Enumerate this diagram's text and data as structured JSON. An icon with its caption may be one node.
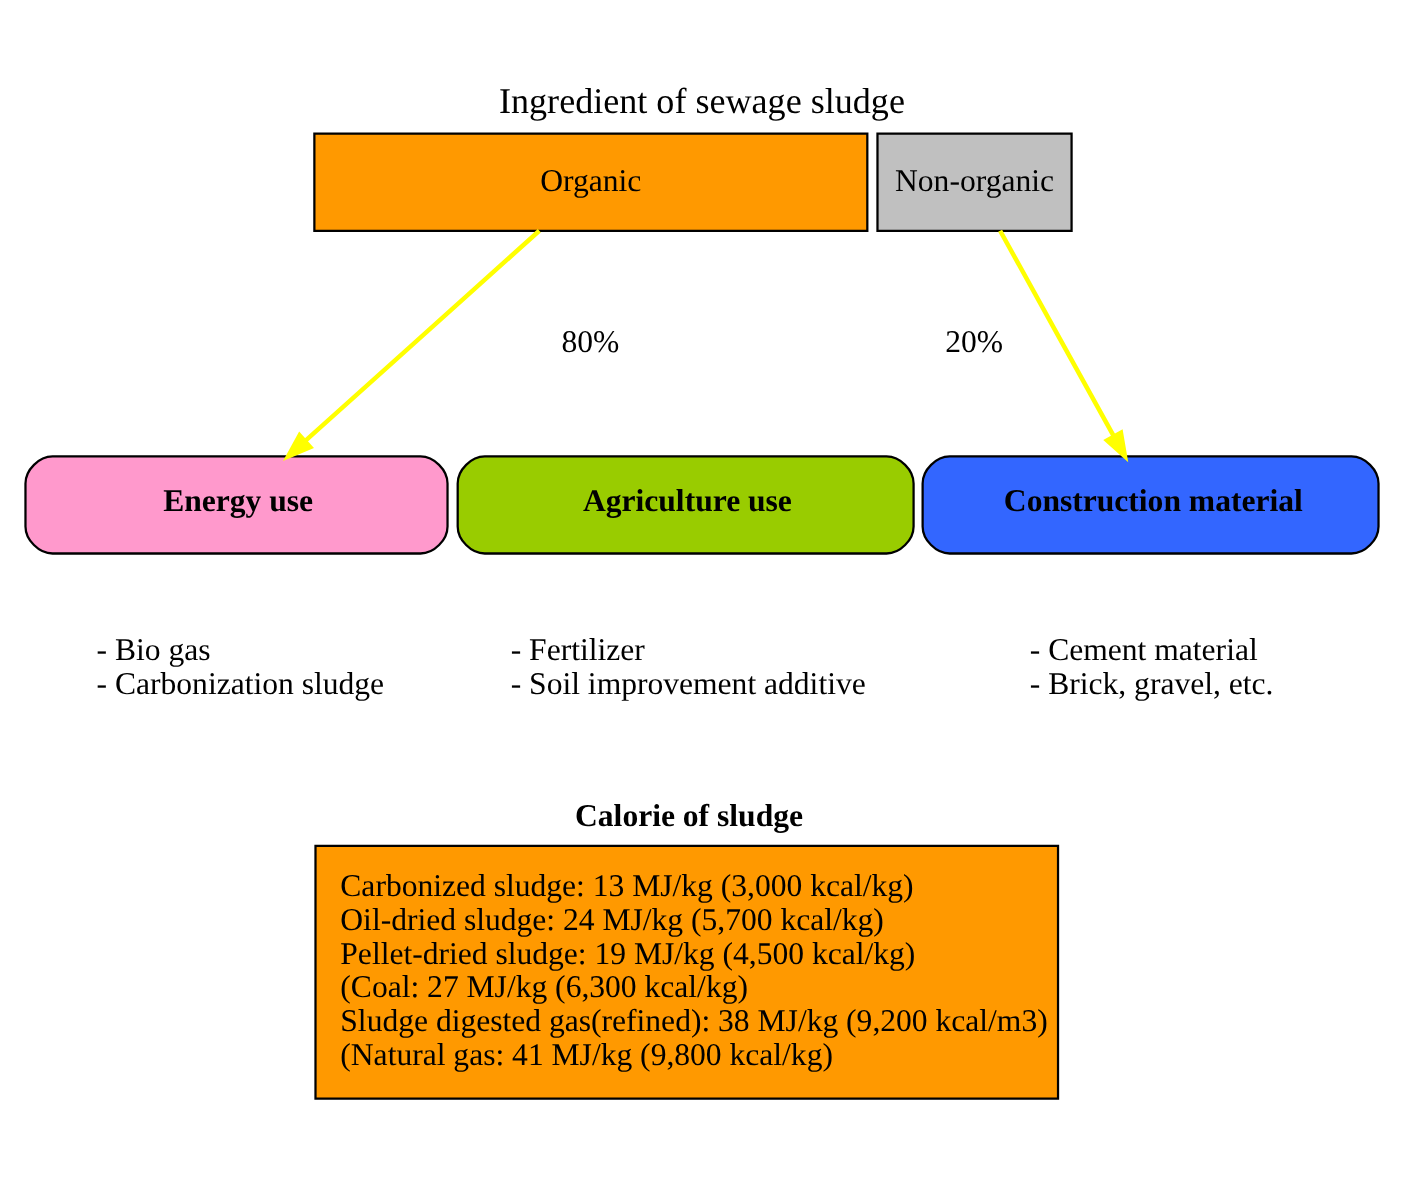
{
  "diagram": {
    "title": "Ingredient of sewage sludge",
    "nodes": [
      {
        "text": [
          "Organic"
        ],
        "beside": [
          "80%"
        ]
      },
      {
        "text": [
          "Non-organic"
        ],
        "beside": [
          "20%"
        ]
      },
      {
        "text": [
          "Energy use"
        ],
        "beside": [
          "- Bio gas",
          "- Carbonization sludge"
        ]
      },
      {
        "text": [
          "Agriculture use"
        ],
        "beside": [
          "- Fertilizer",
          "- Soil improvement additive"
        ]
      },
      {
        "text": [
          "Construction material"
        ],
        "beside": [
          "- Cement material",
          "- Brick, gravel, etc."
        ]
      },
      {
        "text": [
          "Calorie of sludge",
          "Carbonized sludge: 13 MJ/kg (3,000 kcal/kg)",
          "Oil-dried sludge: 24 MJ/kg (5,700 kcal/kg)",
          "Pellet-dried sludge: 19 MJ/kg (4,500 kcal/kg)",
          "(Coal: 27 MJ/kg (6,300 kcal/kg)",
          "Sludge digested gas(refined): 38 MJ/kg (9,200 kcal/m3)",
          "(Natural gas: 41 MJ/kg (9,800 kcal/kg)"
        ]
      }
    ],
    "edges": [
      {
        "from": 0,
        "to": 2,
        "arrow": "to",
        "color": "#ffff00"
      },
      {
        "from": 1,
        "to": 4,
        "arrow": "to",
        "color": "#ffff00"
      }
    ]
  }
}
